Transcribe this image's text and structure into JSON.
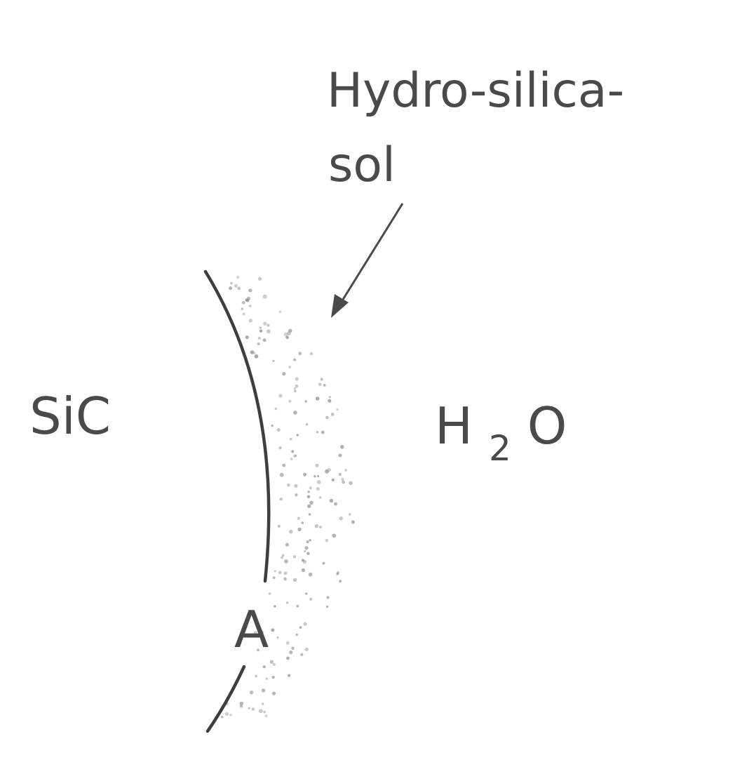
{
  "diagram": {
    "label_solid": "SiC",
    "label_liquid_main": "H",
    "label_liquid_sub": "2",
    "label_liquid_end": "O",
    "callout_line1": "Hydro-silica-",
    "callout_line2": "sol",
    "point_label": "A"
  },
  "colors": {
    "ink": "#4a4a4a",
    "dots": "#9a9a9a",
    "background": "#ffffff"
  }
}
